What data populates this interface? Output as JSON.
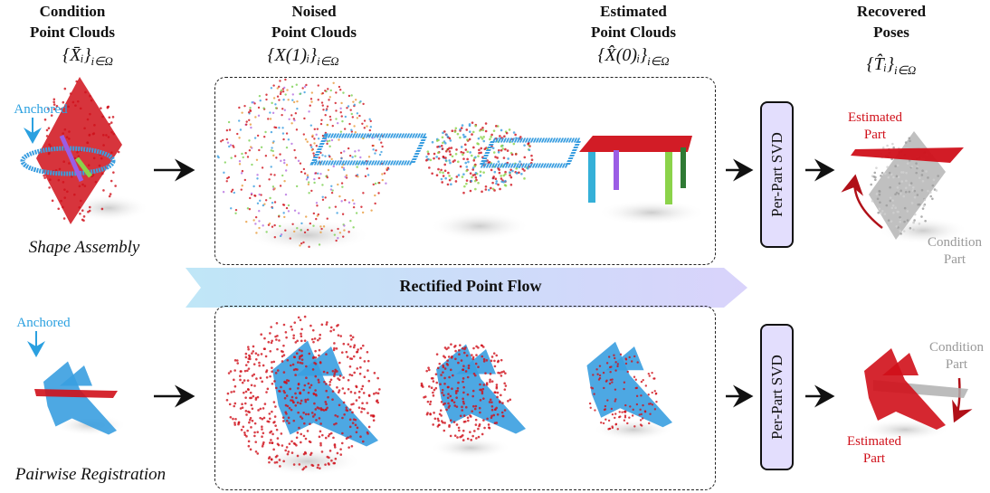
{
  "headers": {
    "condition": {
      "line1": "Condition",
      "line2": "Point Clouds",
      "math": "{X̄ᵢ}",
      "sub": "i∈Ω"
    },
    "noised": {
      "line1": "Noised",
      "line2": "Point Clouds",
      "math": "{X(1)ᵢ}",
      "sub": "i∈Ω"
    },
    "estimated": {
      "line1": "Estimated",
      "line2": "Point Clouds",
      "math": "{X̂(0)ᵢ}",
      "sub": "i∈Ω"
    },
    "recovered": {
      "line1": "Recovered",
      "line2": "Poses",
      "math": "{T̂ᵢ}",
      "sub": "i∈Ω"
    }
  },
  "rows": {
    "assembly": {
      "caption": "Shape Assembly",
      "anchored": "Anchored",
      "svd": "Per-Part SVD",
      "estimated_line1": "Estimated",
      "estimated_line2": "Part",
      "condition_line1": "Condition",
      "condition_line2": "Part"
    },
    "registration": {
      "caption": "Pairwise Registration",
      "anchored": "Anchored",
      "svd": "Per-Part SVD",
      "estimated_line1": "Estimated",
      "estimated_line2": "Part",
      "condition_line1": "Condition",
      "condition_line2": "Part"
    }
  },
  "flow_label": "Rectified Point Flow",
  "colors": {
    "red": "#d0101a",
    "blue": "#3a9ee0",
    "gray": "#b0b0b0",
    "svd_fill": "#e3defd",
    "anchored": "#2aa0e0"
  }
}
